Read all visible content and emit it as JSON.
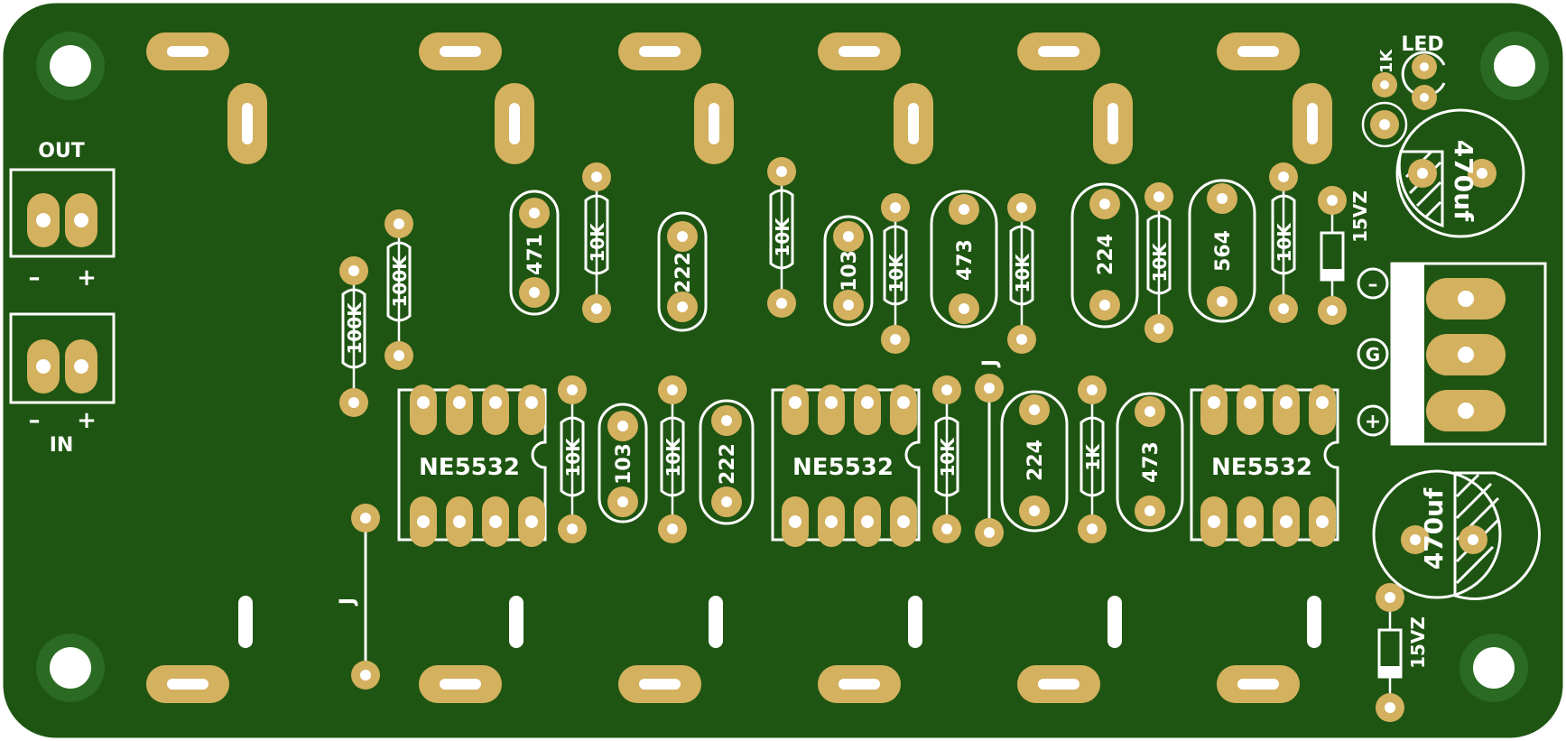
{
  "board": {
    "colors": {
      "board": "#1e5512",
      "pad": "#d4b15e",
      "silk": "#ffffff",
      "hole": "#ffffff"
    }
  },
  "connectors": {
    "out_label": "OUT",
    "in_label": "IN",
    "minus": "–",
    "plus": "+",
    "power_minus": "–",
    "power_ground": "G",
    "power_plus": "+"
  },
  "ics": [
    {
      "id": "u1",
      "label": "NE5532"
    },
    {
      "id": "u2",
      "label": "NE5532"
    },
    {
      "id": "u3",
      "label": "NE5532"
    }
  ],
  "resistors": [
    {
      "id": "r1",
      "label": "100K"
    },
    {
      "id": "r2",
      "label": "100K"
    },
    {
      "id": "r3",
      "label": "10K"
    },
    {
      "id": "r4",
      "label": "10K"
    },
    {
      "id": "r5",
      "label": "10K"
    },
    {
      "id": "r6",
      "label": "10K"
    },
    {
      "id": "r7",
      "label": "10K"
    },
    {
      "id": "r8",
      "label": "10K"
    },
    {
      "id": "r9",
      "label": "10K"
    },
    {
      "id": "r10",
      "label": "10K"
    },
    {
      "id": "r11",
      "label": "10K"
    },
    {
      "id": "r12",
      "label": "1K"
    }
  ],
  "capacitors": [
    {
      "id": "c1",
      "label": "471"
    },
    {
      "id": "c2",
      "label": "222"
    },
    {
      "id": "c3",
      "label": "103"
    },
    {
      "id": "c4",
      "label": "473"
    },
    {
      "id": "c5",
      "label": "224"
    },
    {
      "id": "c6",
      "label": "564"
    },
    {
      "id": "c7",
      "label": "103"
    },
    {
      "id": "c8",
      "label": "222"
    },
    {
      "id": "c9",
      "label": "224"
    },
    {
      "id": "c10",
      "label": "473"
    }
  ],
  "electrolytics": [
    {
      "id": "e1",
      "label": "470uf"
    },
    {
      "id": "e2",
      "label": "470uf"
    }
  ],
  "zeners": [
    {
      "id": "z1",
      "label": "15VZ"
    },
    {
      "id": "z2",
      "label": "15VZ"
    }
  ],
  "led": {
    "label": "LED"
  },
  "jumpers": [
    {
      "id": "j1",
      "label": "J"
    },
    {
      "id": "j2",
      "label": "J"
    }
  ]
}
